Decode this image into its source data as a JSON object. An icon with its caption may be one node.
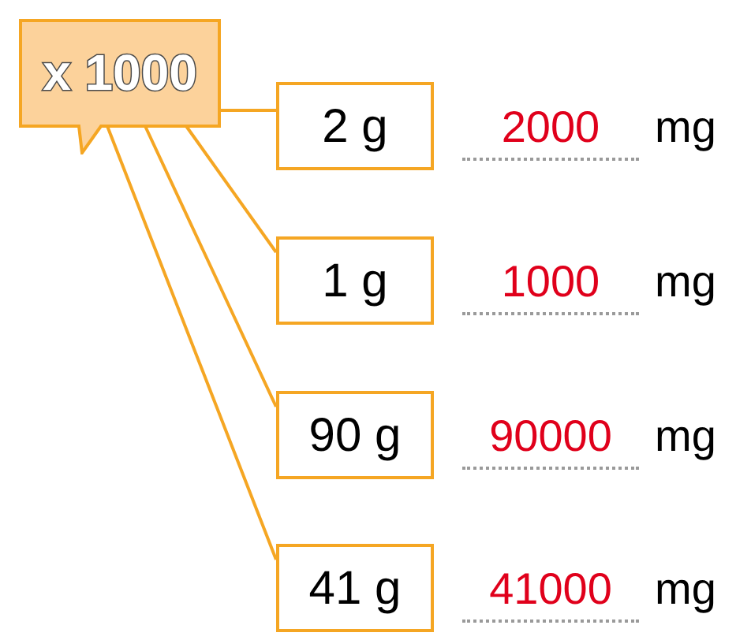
{
  "diagram": {
    "nodes": [
      {
        "text": [
          "x 1000"
        ]
      },
      {
        "text": [
          "2 g"
        ],
        "beside": [
          "2000",
          "mg"
        ]
      },
      {
        "text": [
          "1 g"
        ],
        "beside": [
          "1000",
          "mg"
        ]
      },
      {
        "text": [
          "90 g"
        ],
        "beside": [
          "90000",
          "mg"
        ]
      },
      {
        "text": [
          "41 g"
        ],
        "beside": [
          "41000",
          "mg"
        ]
      }
    ],
    "edges": [
      {
        "from": 0,
        "to": 1,
        "arrow": "none"
      },
      {
        "from": 0,
        "to": 2,
        "arrow": "none"
      },
      {
        "from": 0,
        "to": 3,
        "arrow": "none"
      },
      {
        "from": 0,
        "to": 4,
        "arrow": "none"
      }
    ]
  }
}
